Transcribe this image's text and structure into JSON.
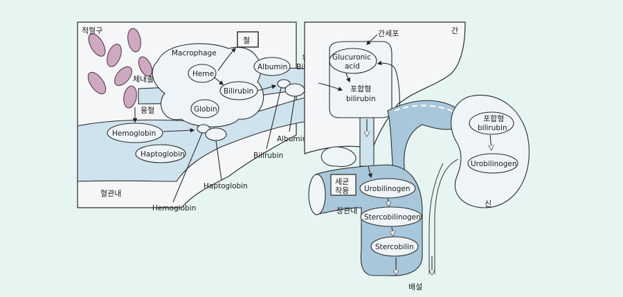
{
  "labels": {
    "rbc": "적혈구",
    "extravascular": "체내출혈",
    "hemolysis": "용혈",
    "macrophage": "Macrophage",
    "iron": "철",
    "heme": "Heme",
    "globin": "Globin",
    "bilirubin_mac": "Bilirubin",
    "albumin_top": "Albumin",
    "free_bilirubin_kr": "유리",
    "free_bilirubin_en": "Bilirubin",
    "hemoglobin_left": "Hemoglobin",
    "haptoglobin_left": "Haptoglobin",
    "albumin_mid": "Albumin",
    "bilirubin_mid": "Bilirubin",
    "haptoglobin_bottom": "Haptoglobin",
    "hemoglobin_bottom": "Hemoglobin",
    "blood_vessel": "혈관내",
    "hepatocyte": "간세포",
    "liver": "간",
    "glucuronic_1": "Glucuronic",
    "glucuronic_2": "acid",
    "conj_kr": "포합형",
    "conj_en": "bilirubin",
    "bacteria_1": "세균",
    "bacteria_2": "작용",
    "urobilinogen_int": "Urobilinogen",
    "intestine": "장관내",
    "stercobilinogen": "Stercobilinogen",
    "stercobilin": "Stercobilin",
    "excretion": "배설",
    "kidney_conj_kr": "포합형",
    "kidney_conj_en": "bilirubin",
    "urobilinogen_kidney": "Urobilinogen",
    "kidney": "신"
  }
}
